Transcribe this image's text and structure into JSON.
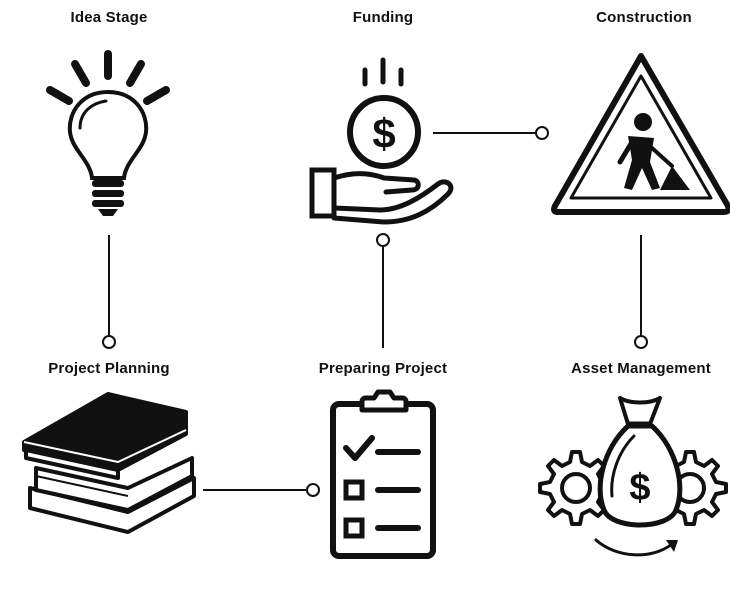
{
  "stages": {
    "idea": {
      "title": "Idea Stage",
      "icon": "lightbulb-icon"
    },
    "funding": {
      "title": "Funding",
      "icon": "money-hand-icon"
    },
    "construction": {
      "title": "Construction",
      "icon": "construction-sign-icon"
    },
    "planning": {
      "title": "Project Planning",
      "icon": "books-icon"
    },
    "preparing": {
      "title": "Preparing Project",
      "icon": "checklist-clipboard-icon"
    },
    "asset": {
      "title": "Asset Management",
      "icon": "money-bag-gears-icon"
    }
  },
  "currency_symbol": "$",
  "colors": {
    "ink": "#111111",
    "background": "#ffffff"
  }
}
